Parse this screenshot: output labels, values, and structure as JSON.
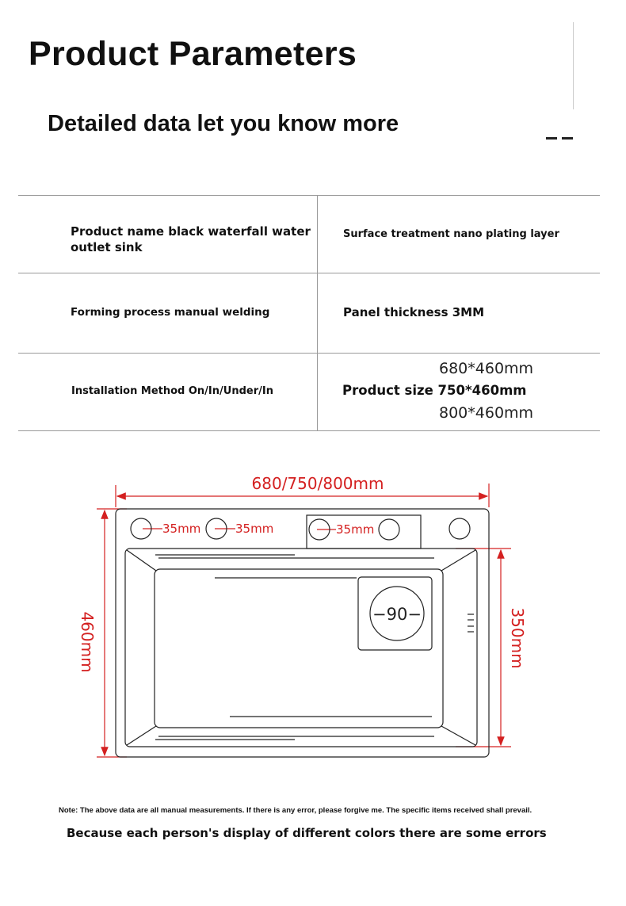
{
  "header": {
    "title": "Product Parameters",
    "subtitle": "Detailed data let you know more"
  },
  "params": {
    "product_name": "Product name black waterfall water outlet sink",
    "surface_treatment": "Surface treatment nano plating layer",
    "forming_process": "Forming process manual welding",
    "panel_thickness": "Panel thickness 3MM",
    "installation": "Installation Method On/In/Under/In",
    "product_size_label": "Product size 750*460mm",
    "size_option_1": "680*460mm",
    "size_option_2": "800*460mm"
  },
  "diagram": {
    "width_label": "680/750/800mm",
    "height_label": "460mm",
    "inner_height_label": "350mm",
    "hole_1": "35mm",
    "hole_2": "35mm",
    "hole_3": "35mm",
    "drain_label": "−90−",
    "dimension_color": "#d42020"
  },
  "footer": {
    "note": "Note: The above data are all manual measurements. If there is any error, please forgive me. The specific items received shall prevail.",
    "color_note": "Because each person's display of different colors there are some errors"
  }
}
